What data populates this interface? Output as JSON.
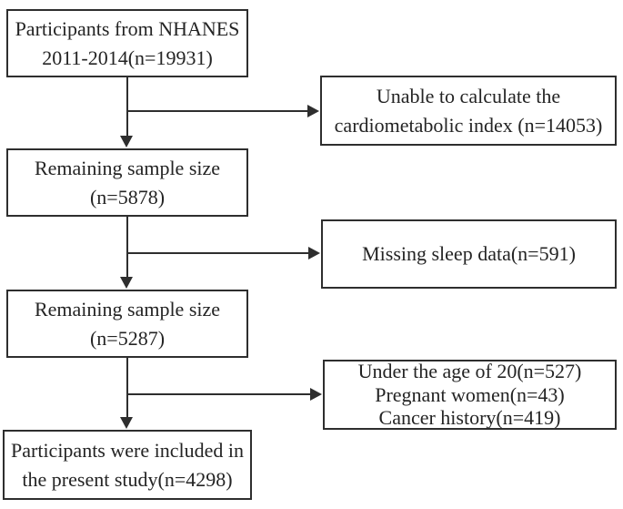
{
  "diagram": {
    "type": "participant-selection-flowchart",
    "colors": {
      "background": "#ffffff",
      "box_border": "#2e2e2e",
      "text": "#242424",
      "line": "#2e2e2e"
    },
    "main_flow": [
      {
        "name": "participants-nhanes",
        "lines": [
          "Participants from NHANES",
          "2011-2014(n=19931)"
        ]
      },
      {
        "name": "remaining-sample-5878",
        "lines": [
          "Remaining sample size",
          "(n=5878)"
        ]
      },
      {
        "name": "remaining-sample-5287",
        "lines": [
          "Remaining sample size",
          "(n=5287)"
        ]
      },
      {
        "name": "included-participants-4298",
        "lines": [
          "Participants were included in",
          "the present study(n=4298)"
        ]
      }
    ],
    "exclusions": [
      {
        "name": "unable-cardiometabolic-index",
        "lines": [
          "Unable to calculate the",
          "cardiometabolic index (n=14053)"
        ]
      },
      {
        "name": "missing-sleep-data",
        "lines": [
          "Missing sleep data(n=591)"
        ]
      },
      {
        "name": "other-exclusions",
        "lines": [
          "Under the age of 20(n=527)",
          "Pregnant women(n=43)",
          "Cancer history(n=419)"
        ]
      }
    ]
  }
}
